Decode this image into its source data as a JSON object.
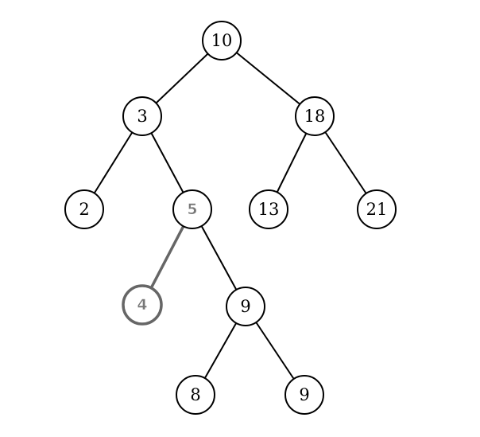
{
  "tree": {
    "nodes": [
      {
        "id": "n10",
        "label": "10",
        "highlight": false
      },
      {
        "id": "n3",
        "label": "3",
        "highlight": false
      },
      {
        "id": "n18",
        "label": "18",
        "highlight": false
      },
      {
        "id": "n2",
        "label": "2",
        "highlight": false
      },
      {
        "id": "n5",
        "label": "5",
        "highlight": true
      },
      {
        "id": "n13",
        "label": "13",
        "highlight": false
      },
      {
        "id": "n21",
        "label": "21",
        "highlight": false
      },
      {
        "id": "n4",
        "label": "4",
        "highlight": true
      },
      {
        "id": "n9",
        "label": "9",
        "highlight": false
      },
      {
        "id": "n8",
        "label": "8",
        "highlight": false
      },
      {
        "id": "n9b",
        "label": "9",
        "highlight": false
      }
    ],
    "edges": [
      {
        "from": "n10",
        "to": "n3",
        "highlight": false
      },
      {
        "from": "n10",
        "to": "n18",
        "highlight": false
      },
      {
        "from": "n3",
        "to": "n2",
        "highlight": false
      },
      {
        "from": "n3",
        "to": "n5",
        "highlight": false
      },
      {
        "from": "n18",
        "to": "n13",
        "highlight": false
      },
      {
        "from": "n18",
        "to": "n21",
        "highlight": false
      },
      {
        "from": "n5",
        "to": "n4",
        "highlight": true
      },
      {
        "from": "n5",
        "to": "n9",
        "highlight": false
      },
      {
        "from": "n9",
        "to": "n8",
        "highlight": false
      },
      {
        "from": "n9",
        "to": "n9b",
        "highlight": false
      }
    ]
  }
}
